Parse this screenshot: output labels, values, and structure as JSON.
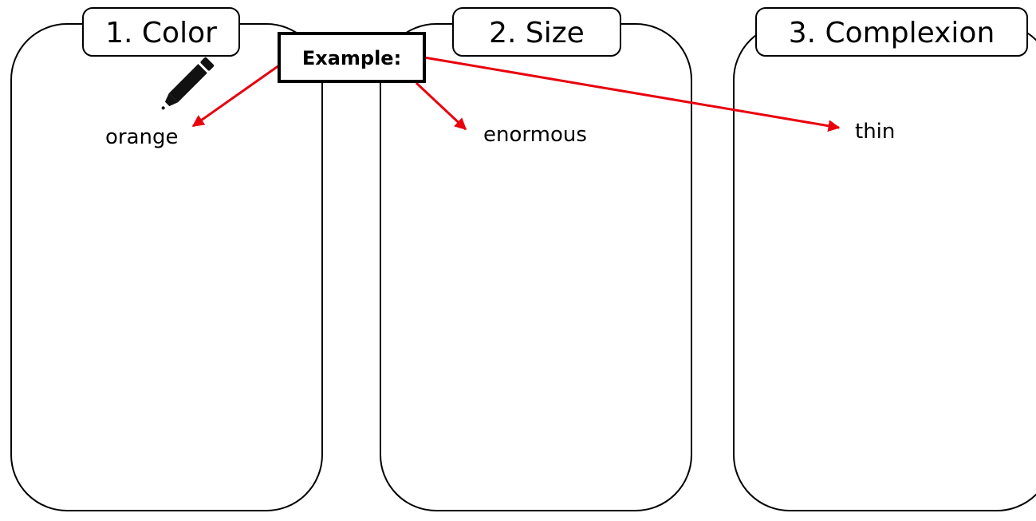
{
  "columns": [
    {
      "tab_label": "1. Color",
      "example_word": "orange"
    },
    {
      "tab_label": "2. Size",
      "example_word": "enormous"
    },
    {
      "tab_label": "3. Complexion",
      "example_word": "thin"
    }
  ],
  "example_label": "Example:",
  "icons": {
    "pencil": "pencil-icon"
  },
  "colors": {
    "arrow": "#e8000d",
    "outline": "#000000",
    "background": "#ffffff"
  }
}
